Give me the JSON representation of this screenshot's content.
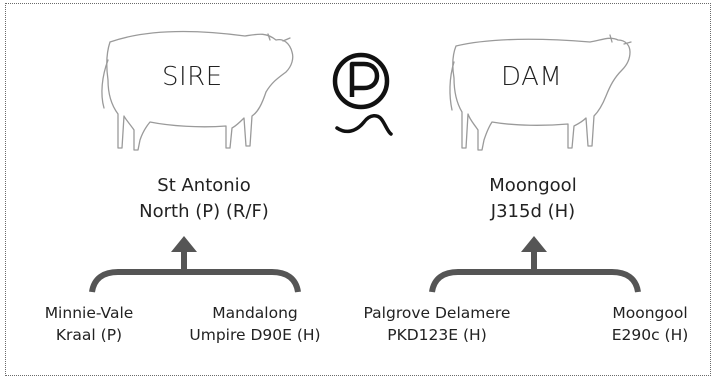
{
  "sire": {
    "label": "SIRE",
    "name_line1": "St Antonio",
    "name_line2": "North (P) (R/F)",
    "sire": {
      "line1": "Minnie-Vale",
      "line2": "Kraal (P)"
    },
    "dam": {
      "line1": "Mandalong",
      "line2": "Umpire D90E (H)"
    }
  },
  "dam": {
    "label": "DAM",
    "name_line1": "Moongool",
    "name_line2": "J315d (H)",
    "sire": {
      "line1": "Palgrove Delamere",
      "line2": "PKD123E (H)"
    },
    "dam": {
      "line1": "Moongool",
      "line2": "E290c (H)"
    }
  },
  "center_logo": {
    "letter": "P",
    "icon": "polled-logo-icon"
  },
  "colors": {
    "bracket": "#555555",
    "outline": "#9a9a9a",
    "logo": "#111111"
  }
}
